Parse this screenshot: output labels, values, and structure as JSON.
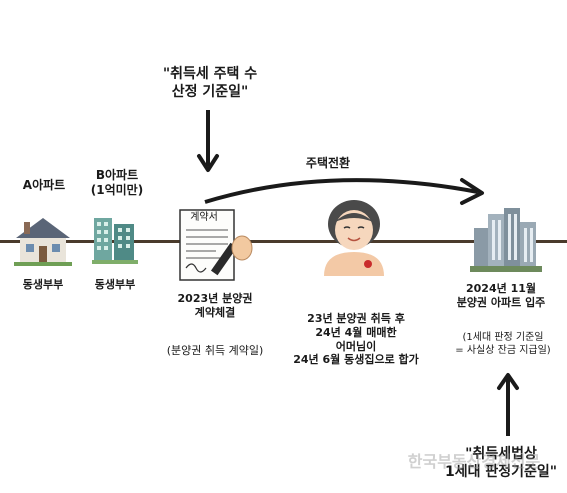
{
  "quote_top": {
    "line1": "\"취득세 주택 수",
    "line2": "산정 기준일\""
  },
  "transition_label": "주택전환",
  "apt_a": {
    "title": "A아파트",
    "owner": "동생부부"
  },
  "apt_b": {
    "title_line1": "B아파트",
    "title_line2": "(1억미만)",
    "owner": "동생부부"
  },
  "contract": {
    "doc_label": "계약서",
    "line1": "2023년 분양권",
    "line2": "계약체결",
    "note": "(분양권 취득 계약일)"
  },
  "mother": {
    "line1": "23년 분양권 취득 후",
    "line2": "24년 4월 매매한",
    "line3": "어머님이",
    "line4": "24년 6월 동생집으로 합가"
  },
  "new_apt": {
    "line1": "2024년 11월",
    "line2": "분양권 아파트 입주",
    "note1": "(1세대 판정 기준일",
    "note2": "= 사실상 잔금 지급일)"
  },
  "quote_bottom": {
    "line1": "\"취득세법상",
    "line2": "1세대 판정기준일\""
  },
  "watermark": "한국부동산경제신문",
  "colors": {
    "timeline": "#4a3b2c",
    "arrow": "#1a1a1a"
  }
}
